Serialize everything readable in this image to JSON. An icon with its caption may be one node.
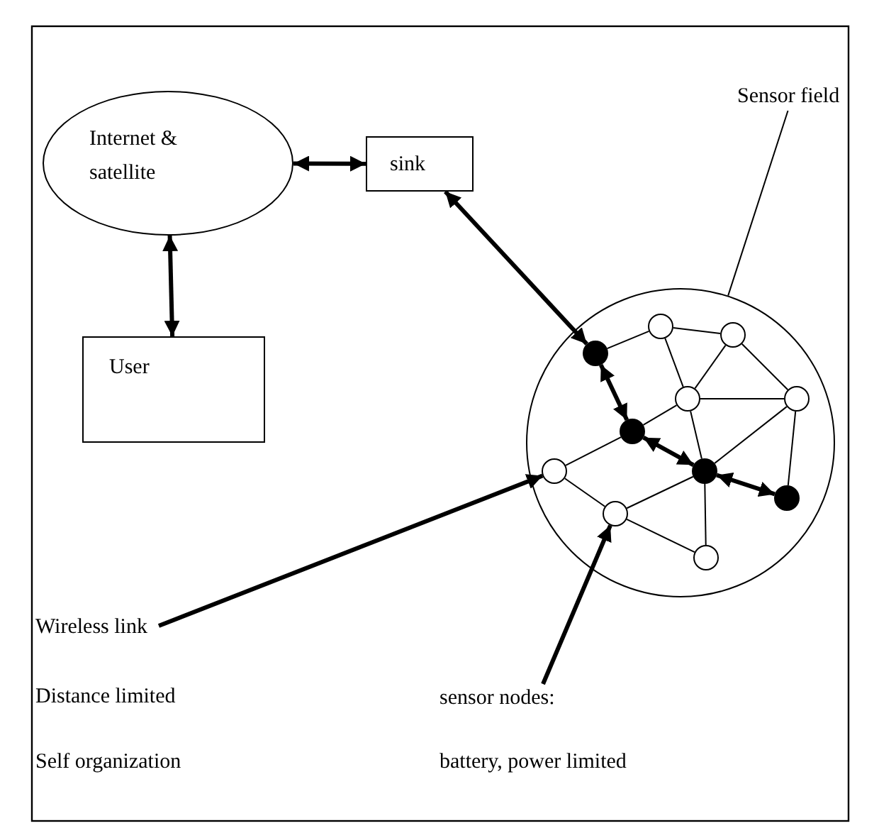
{
  "diagram": {
    "nodes": [
      {
        "text": [
          "Internet & satellite"
        ]
      },
      {
        "text": [
          "sink"
        ]
      },
      {
        "text": [
          "User"
        ]
      },
      {
        "text": [
          "Sensor field"
        ]
      },
      {
        "text": [],
        "shape": "circle"
      },
      {
        "text": [],
        "shape": "circle",
        "in": 4
      },
      {
        "text": [],
        "shape": "circle",
        "in": 4
      },
      {
        "text": [],
        "shape": "dot",
        "in": 4
      },
      {
        "text": [],
        "shape": "circle",
        "in": 4
      },
      {
        "text": [],
        "shape": "circle",
        "in": 4
      },
      {
        "text": [],
        "shape": "dot",
        "in": 4
      },
      {
        "text": [],
        "shape": "circle",
        "in": 4
      },
      {
        "text": [],
        "shape": "dot",
        "in": 4
      },
      {
        "text": [],
        "shape": "dot",
        "in": 4
      },
      {
        "text": [],
        "shape": "circle",
        "in": 4
      },
      {
        "text": [],
        "shape": "circle",
        "in": 4
      },
      {
        "text": [
          "Wireless link"
        ]
      },
      {
        "text": [
          "sensor nodes:"
        ]
      }
    ],
    "edges": [
      {
        "from": 0,
        "to": 1,
        "arrow": "both",
        "style": "thick"
      },
      {
        "from": 0,
        "to": 2,
        "arrow": "both",
        "style": "thick"
      },
      {
        "from": 1,
        "to": 7,
        "arrow": "both",
        "style": "thick"
      },
      {
        "from": 3,
        "to": 4,
        "arrow": "none"
      },
      {
        "from": 7,
        "to": 10,
        "arrow": "both",
        "style": "thick"
      },
      {
        "from": 10,
        "to": 12,
        "arrow": "both",
        "style": "thick"
      },
      {
        "from": 12,
        "to": 13,
        "arrow": "both",
        "style": "thick"
      },
      {
        "from": 7,
        "to": 5,
        "arrow": "none"
      },
      {
        "from": 5,
        "to": 6,
        "arrow": "none"
      },
      {
        "from": 5,
        "to": 8,
        "arrow": "none"
      },
      {
        "from": 6,
        "to": 8,
        "arrow": "none"
      },
      {
        "from": 6,
        "to": 9,
        "arrow": "none"
      },
      {
        "from": 8,
        "to": 9,
        "arrow": "none"
      },
      {
        "from": 8,
        "to": 10,
        "arrow": "none"
      },
      {
        "from": 8,
        "to": 12,
        "arrow": "none"
      },
      {
        "from": 9,
        "to": 12,
        "arrow": "none"
      },
      {
        "from": 9,
        "to": 13,
        "arrow": "none"
      },
      {
        "from": 10,
        "to": 11,
        "arrow": "none"
      },
      {
        "from": 11,
        "to": 14,
        "arrow": "none"
      },
      {
        "from": 14,
        "to": 12,
        "arrow": "none"
      },
      {
        "from": 12,
        "to": 15,
        "arrow": "none"
      },
      {
        "from": 14,
        "to": 15,
        "arrow": "none"
      },
      {
        "from": 16,
        "to": 11,
        "arrow": "to",
        "style": "thick"
      },
      {
        "from": 17,
        "to": 14,
        "arrow": "to",
        "style": "thick"
      }
    ],
    "labels": [
      "Distance limited",
      "Self organization",
      "battery, power limited"
    ]
  }
}
